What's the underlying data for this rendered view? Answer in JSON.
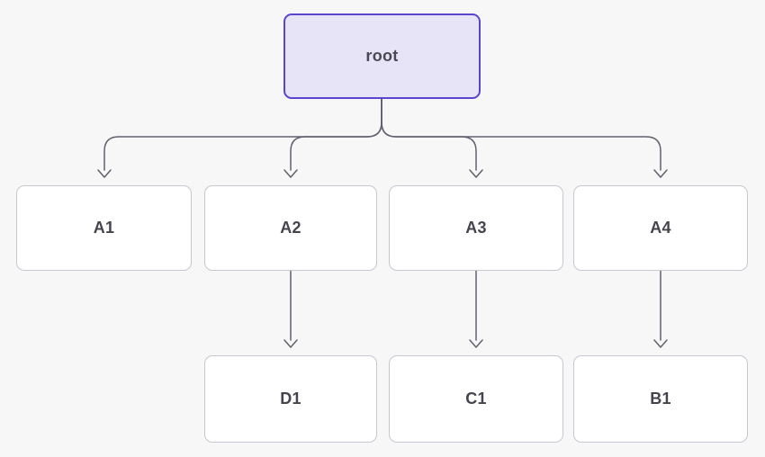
{
  "diagram": {
    "type": "tree-flowchart",
    "nodes": {
      "root": {
        "label": "root"
      },
      "a1": {
        "label": "A1"
      },
      "a2": {
        "label": "A2"
      },
      "a3": {
        "label": "A3"
      },
      "a4": {
        "label": "A4"
      },
      "d1": {
        "label": "D1"
      },
      "c1": {
        "label": "C1"
      },
      "b1": {
        "label": "B1"
      }
    },
    "edges": [
      {
        "from": "root",
        "to": "A1"
      },
      {
        "from": "root",
        "to": "A2"
      },
      {
        "from": "root",
        "to": "A3"
      },
      {
        "from": "root",
        "to": "A4"
      },
      {
        "from": "A2",
        "to": "D1"
      },
      {
        "from": "A3",
        "to": "C1"
      },
      {
        "from": "A4",
        "to": "B1"
      }
    ],
    "colors": {
      "background": "#f7f7f8",
      "root_fill": "#e8e4f8",
      "root_border": "#5a44d0",
      "node_fill": "#ffffff",
      "node_border": "#c7c7d0",
      "edge": "#61606c",
      "label": "#44434e"
    }
  }
}
